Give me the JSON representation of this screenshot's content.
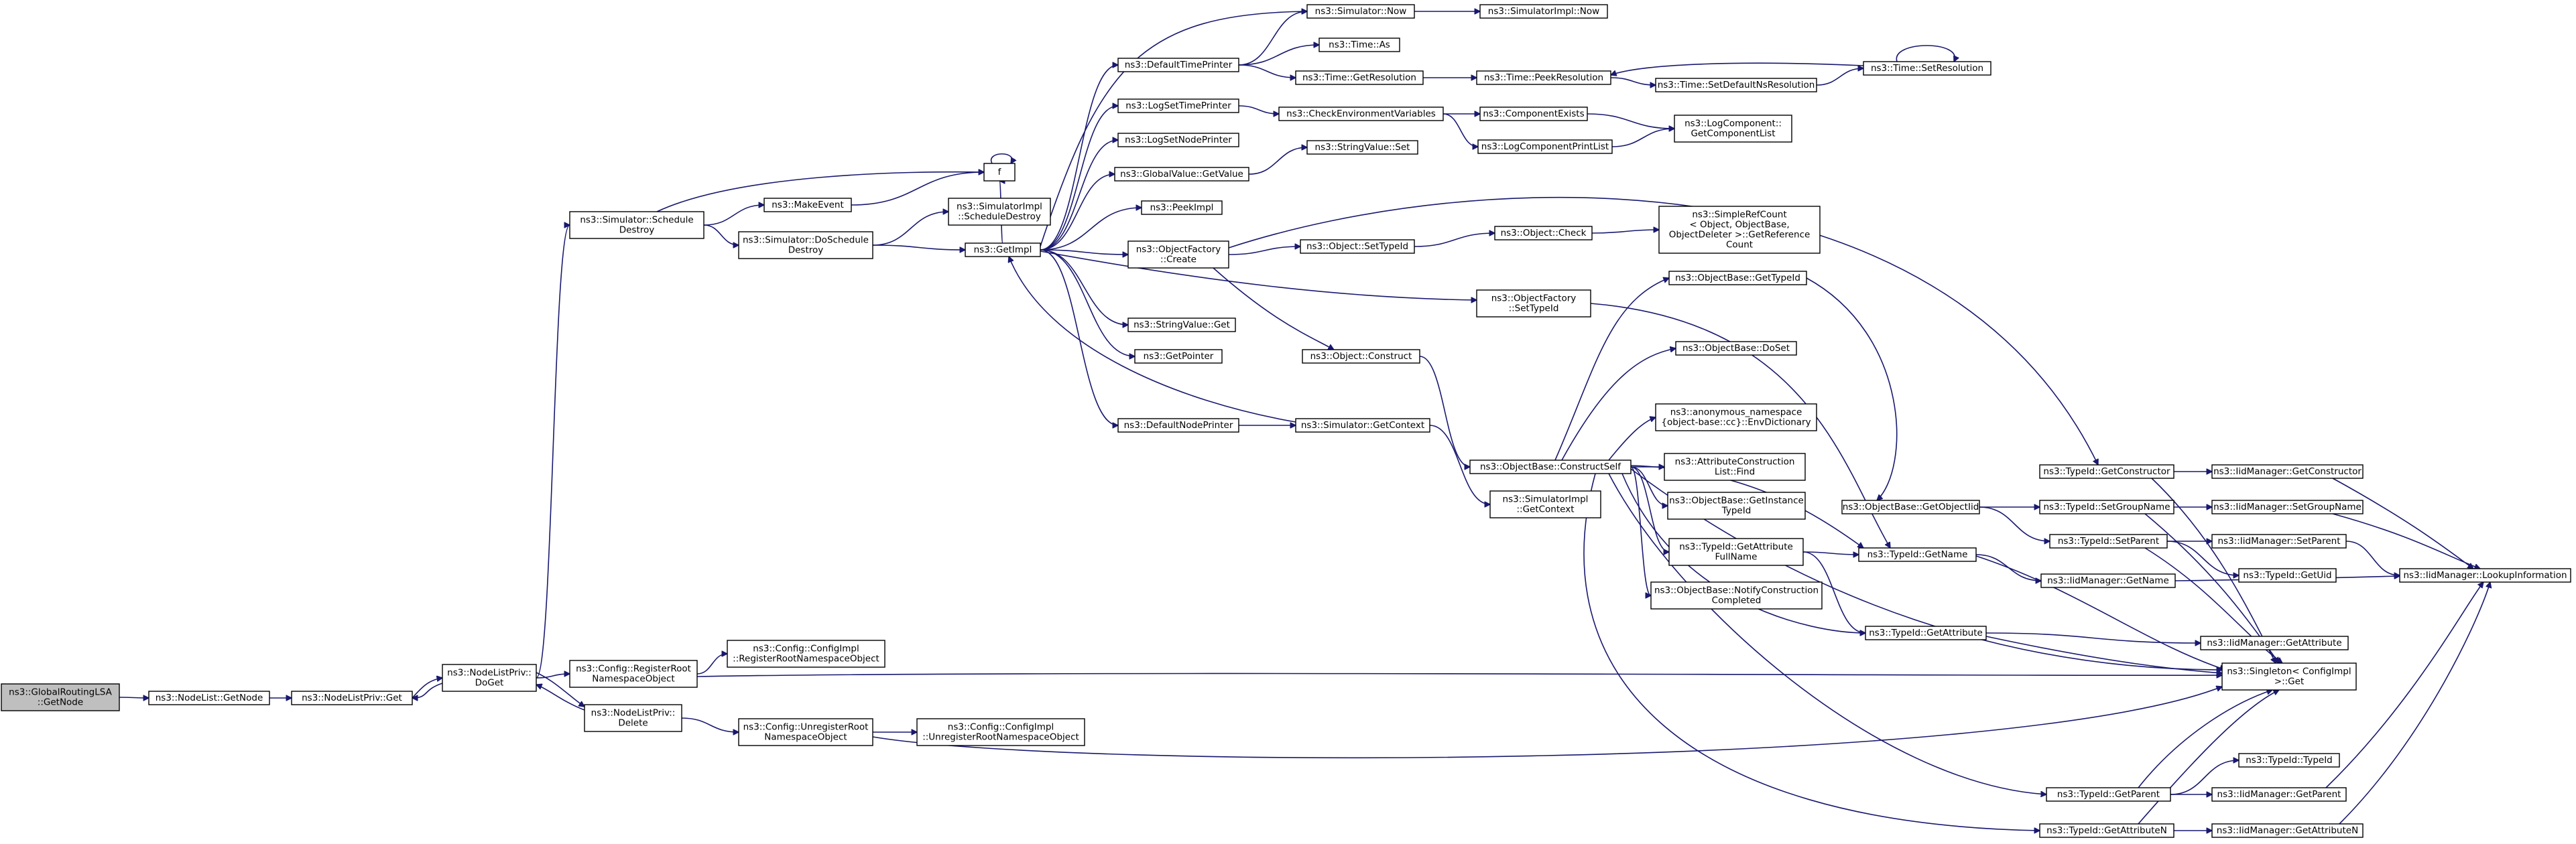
{
  "nodes": [
    {
      "id": "n0",
      "name": "node-globalroutinglsa-getnode",
      "root": true,
      "lines": [
        "ns3::GlobalRoutingLSA",
        "::GetNode"
      ]
    },
    {
      "id": "n1",
      "name": "node-nodelist-getnode",
      "lines": [
        "ns3::NodeList::GetNode"
      ]
    },
    {
      "id": "n2",
      "name": "node-nodelistpriv-get",
      "lines": [
        "ns3::NodeListPriv::Get"
      ]
    },
    {
      "id": "n3",
      "name": "node-nodelistpriv-doget",
      "lines": [
        "ns3::NodeListPriv::",
        "DoGet"
      ]
    },
    {
      "id": "n4",
      "name": "node-simulator-scheduledestroy",
      "lines": [
        "ns3::Simulator::Schedule",
        "Destroy"
      ]
    },
    {
      "id": "n5",
      "name": "node-config-registerrootnamespaceobject",
      "lines": [
        "ns3::Config::RegisterRoot",
        "NamespaceObject"
      ]
    },
    {
      "id": "n6",
      "name": "node-nodelistpriv-delete",
      "lines": [
        "ns3::NodeListPriv::",
        "Delete"
      ]
    },
    {
      "id": "n7",
      "name": "node-makeevent",
      "lines": [
        "ns3::MakeEvent"
      ]
    },
    {
      "id": "n8",
      "name": "node-simulator-doscheduledestroy",
      "lines": [
        "ns3::Simulator::DoSchedule",
        "Destroy"
      ]
    },
    {
      "id": "n9",
      "name": "node-configimpl-registerrootnamespaceobject",
      "lines": [
        "ns3::Config::ConfigImpl",
        "::RegisterRootNamespaceObject"
      ]
    },
    {
      "id": "n10",
      "name": "node-config-unregisterrootnamespaceobject",
      "lines": [
        "ns3::Config::UnregisterRoot",
        "NamespaceObject"
      ]
    },
    {
      "id": "n11",
      "name": "node-configimpl-unregisterrootnamespaceobject",
      "lines": [
        "ns3::Config::ConfigImpl",
        "::UnregisterRootNamespaceObject"
      ]
    },
    {
      "id": "n12",
      "name": "node-f",
      "lines": [
        "f"
      ]
    },
    {
      "id": "n13",
      "name": "node-simulatorimpl-scheduledestroy",
      "lines": [
        "ns3::SimulatorImpl",
        "::ScheduleDestroy"
      ]
    },
    {
      "id": "n14",
      "name": "node-getimpl",
      "lines": [
        "ns3::GetImpl"
      ]
    },
    {
      "id": "n15",
      "name": "node-defaulttimeprinter",
      "lines": [
        "ns3::DefaultTimePrinter"
      ]
    },
    {
      "id": "n16",
      "name": "node-logsettimeprinter",
      "lines": [
        "ns3::LogSetTimePrinter"
      ]
    },
    {
      "id": "n17",
      "name": "node-logsetnodeprinter",
      "lines": [
        "ns3::LogSetNodePrinter"
      ]
    },
    {
      "id": "n18",
      "name": "node-globalvalue-getvalue",
      "lines": [
        "ns3::GlobalValue::GetValue"
      ]
    },
    {
      "id": "n19",
      "name": "node-peekimpl",
      "lines": [
        "ns3::PeekImpl"
      ]
    },
    {
      "id": "n20",
      "name": "node-objectfactory-create",
      "lines": [
        "ns3::ObjectFactory",
        "::Create"
      ]
    },
    {
      "id": "n21",
      "name": "node-stringvalue-get",
      "lines": [
        "ns3::StringValue::Get"
      ]
    },
    {
      "id": "n22",
      "name": "node-getpointer",
      "lines": [
        "ns3::GetPointer"
      ]
    },
    {
      "id": "n23",
      "name": "node-defaultnodeprinter",
      "lines": [
        "ns3::DefaultNodePrinter"
      ]
    },
    {
      "id": "n24",
      "name": "node-simulator-now",
      "lines": [
        "ns3::Simulator::Now"
      ]
    },
    {
      "id": "n25",
      "name": "node-simulatorimpl-now",
      "lines": [
        "ns3::SimulatorImpl::Now"
      ]
    },
    {
      "id": "n26",
      "name": "node-time-as",
      "lines": [
        "ns3::Time::As"
      ]
    },
    {
      "id": "n27",
      "name": "node-time-getresolution",
      "lines": [
        "ns3::Time::GetResolution"
      ]
    },
    {
      "id": "n28",
      "name": "node-time-peekresolution",
      "lines": [
        "ns3::Time::PeekResolution"
      ]
    },
    {
      "id": "n29",
      "name": "node-time-setdefaultnsresolution",
      "lines": [
        "ns3::Time::SetDefaultNsResolution"
      ]
    },
    {
      "id": "n30",
      "name": "node-time-setresolution",
      "lines": [
        "ns3::Time::SetResolution"
      ]
    },
    {
      "id": "n31",
      "name": "node-checkenvironmentvariables",
      "lines": [
        "ns3::CheckEnvironmentVariables"
      ]
    },
    {
      "id": "n32",
      "name": "node-componentexists",
      "lines": [
        "ns3::ComponentExists"
      ]
    },
    {
      "id": "n33",
      "name": "node-logcomponentprintlist",
      "lines": [
        "ns3::LogComponentPrintList"
      ]
    },
    {
      "id": "n34",
      "name": "node-logcomponent-getcomponentlist",
      "lines": [
        "ns3::LogComponent::",
        "GetComponentList"
      ]
    },
    {
      "id": "n35",
      "name": "node-stringvalue-set",
      "lines": [
        "ns3::StringValue::Set"
      ]
    },
    {
      "id": "n36",
      "name": "node-object-settypeid",
      "lines": [
        "ns3::Object::SetTypeId"
      ]
    },
    {
      "id": "n37",
      "name": "node-object-check",
      "lines": [
        "ns3::Object::Check"
      ]
    },
    {
      "id": "n38",
      "name": "node-simplerefcount-getreferencecount",
      "lines": [
        "ns3::SimpleRefCount",
        "< Object, ObjectBase,",
        "ObjectDeleter >::GetReference",
        "Count"
      ]
    },
    {
      "id": "n39",
      "name": "node-objectfactory-settypeid",
      "lines": [
        "ns3::ObjectFactory",
        "::SetTypeId"
      ]
    },
    {
      "id": "n40",
      "name": "node-object-construct",
      "lines": [
        "ns3::Object::Construct"
      ]
    },
    {
      "id": "n41",
      "name": "node-simulator-getcontext",
      "lines": [
        "ns3::Simulator::GetContext"
      ]
    },
    {
      "id": "n42",
      "name": "node-simulatorimpl-getcontext",
      "lines": [
        "ns3::SimulatorImpl",
        "::GetContext"
      ]
    },
    {
      "id": "n43",
      "name": "node-objectbase-constructself",
      "lines": [
        "ns3::ObjectBase::ConstructSelf"
      ]
    },
    {
      "id": "n44",
      "name": "node-objectbase-gettypeid",
      "lines": [
        "ns3::ObjectBase::GetTypeId"
      ]
    },
    {
      "id": "n45",
      "name": "node-objectbase-doset",
      "lines": [
        "ns3::ObjectBase::DoSet"
      ]
    },
    {
      "id": "n46",
      "name": "node-anonymous-envdictionary",
      "lines": [
        "ns3::anonymous_namespace",
        "{object-base::cc}::EnvDictionary"
      ]
    },
    {
      "id": "n47",
      "name": "node-attributeconstructionlist-find",
      "lines": [
        "ns3::AttributeConstruction",
        "List::Find"
      ]
    },
    {
      "id": "n48",
      "name": "node-objectbase-getinstancetypeid",
      "lines": [
        "ns3::ObjectBase::GetInstance",
        "TypeId"
      ]
    },
    {
      "id": "n49",
      "name": "node-typeid-getattributefullname",
      "lines": [
        "ns3::TypeId::GetAttribute",
        "FullName"
      ]
    },
    {
      "id": "n50",
      "name": "node-objectbase-notifyconstructioncompleted",
      "lines": [
        "ns3::ObjectBase::NotifyConstruction",
        "Completed"
      ]
    },
    {
      "id": "n51",
      "name": "node-objectbase-getobjectiid",
      "lines": [
        "ns3::ObjectBase::GetObjectIid"
      ]
    },
    {
      "id": "n52",
      "name": "node-typeid-getname",
      "lines": [
        "ns3::TypeId::GetName"
      ]
    },
    {
      "id": "n53",
      "name": "node-typeid-getattribute",
      "lines": [
        "ns3::TypeId::GetAttribute"
      ]
    },
    {
      "id": "n54",
      "name": "node-typeid-getconstructor",
      "lines": [
        "ns3::TypeId::GetConstructor"
      ]
    },
    {
      "id": "n55",
      "name": "node-typeid-setgroupname",
      "lines": [
        "ns3::TypeId::SetGroupName"
      ]
    },
    {
      "id": "n56",
      "name": "node-typeid-setparent",
      "lines": [
        "ns3::TypeId::SetParent"
      ]
    },
    {
      "id": "n57",
      "name": "node-typeid-getparent",
      "lines": [
        "ns3::TypeId::GetParent"
      ]
    },
    {
      "id": "n58",
      "name": "node-typeid-getattributen",
      "lines": [
        "ns3::TypeId::GetAttributeN"
      ]
    },
    {
      "id": "n59",
      "name": "node-iidmanager-getconstructor",
      "lines": [
        "ns3::IidManager::GetConstructor"
      ]
    },
    {
      "id": "n60",
      "name": "node-iidmanager-setgroupname",
      "lines": [
        "ns3::IidManager::SetGroupName"
      ]
    },
    {
      "id": "n61",
      "name": "node-iidmanager-setparent",
      "lines": [
        "ns3::IidManager::SetParent"
      ]
    },
    {
      "id": "n62",
      "name": "node-typeid-getuid",
      "lines": [
        "ns3::TypeId::GetUid"
      ]
    },
    {
      "id": "n63",
      "name": "node-iidmanager-getname",
      "lines": [
        "ns3::IidManager::GetName"
      ]
    },
    {
      "id": "n64",
      "name": "node-iidmanager-getattribute",
      "lines": [
        "ns3::IidManager::GetAttribute"
      ]
    },
    {
      "id": "n65",
      "name": "node-singleton-configimpl-get",
      "lines": [
        "ns3::Singleton< ConfigImpl",
        ">::Get"
      ]
    },
    {
      "id": "n66",
      "name": "node-iidmanager-lookupinformation",
      "lines": [
        "ns3::IidManager::LookupInformation"
      ]
    },
    {
      "id": "n67",
      "name": "node-typeid-typeid",
      "lines": [
        "ns3::TypeId::TypeId"
      ]
    },
    {
      "id": "n68",
      "name": "node-iidmanager-getparent",
      "lines": [
        "ns3::IidManager::GetParent"
      ]
    },
    {
      "id": "n69",
      "name": "node-iidmanager-getattributen",
      "lines": [
        "ns3::IidManager::GetAttributeN"
      ]
    }
  ],
  "edges": [
    [
      "n0",
      "n1"
    ],
    [
      "n1",
      "n2"
    ],
    [
      "n2",
      "n3"
    ],
    [
      "n3",
      "n2"
    ],
    [
      "n3",
      "n4"
    ],
    [
      "n3",
      "n5"
    ],
    [
      "n3",
      "n6"
    ],
    [
      "n6",
      "n3"
    ],
    [
      "n4",
      "n7"
    ],
    [
      "n4",
      "n8"
    ],
    [
      "n4",
      "n12"
    ],
    [
      "n7",
      "n12"
    ],
    [
      "n12",
      "n12"
    ],
    [
      "n8",
      "n13"
    ],
    [
      "n8",
      "n14"
    ],
    [
      "n5",
      "n9"
    ],
    [
      "n5",
      "n65"
    ],
    [
      "n6",
      "n10"
    ],
    [
      "n10",
      "n11"
    ],
    [
      "n10",
      "n65"
    ],
    [
      "n14",
      "n12"
    ],
    [
      "n14",
      "n15"
    ],
    [
      "n14",
      "n16"
    ],
    [
      "n14",
      "n17"
    ],
    [
      "n14",
      "n18"
    ],
    [
      "n14",
      "n19"
    ],
    [
      "n14",
      "n20"
    ],
    [
      "n14",
      "n21"
    ],
    [
      "n14",
      "n22"
    ],
    [
      "n14",
      "n23"
    ],
    [
      "n14",
      "n24"
    ],
    [
      "n14",
      "n39"
    ],
    [
      "n41",
      "n14"
    ],
    [
      "n23",
      "n41"
    ],
    [
      "n41",
      "n42"
    ],
    [
      "n15",
      "n24"
    ],
    [
      "n15",
      "n26"
    ],
    [
      "n15",
      "n27"
    ],
    [
      "n24",
      "n25"
    ],
    [
      "n27",
      "n28"
    ],
    [
      "n28",
      "n29"
    ],
    [
      "n29",
      "n30"
    ],
    [
      "n30",
      "n28"
    ],
    [
      "n30",
      "n30"
    ],
    [
      "n16",
      "n31"
    ],
    [
      "n31",
      "n32"
    ],
    [
      "n31",
      "n33"
    ],
    [
      "n32",
      "n34"
    ],
    [
      "n33",
      "n34"
    ],
    [
      "n18",
      "n35"
    ],
    [
      "n20",
      "n36"
    ],
    [
      "n20",
      "n40"
    ],
    [
      "n20",
      "n54"
    ],
    [
      "n36",
      "n37"
    ],
    [
      "n37",
      "n38"
    ],
    [
      "n39",
      "n52"
    ],
    [
      "n40",
      "n43"
    ],
    [
      "n43",
      "n44"
    ],
    [
      "n43",
      "n45"
    ],
    [
      "n43",
      "n46"
    ],
    [
      "n43",
      "n47"
    ],
    [
      "n43",
      "n48"
    ],
    [
      "n43",
      "n49"
    ],
    [
      "n43",
      "n50"
    ],
    [
      "n43",
      "n52"
    ],
    [
      "n43",
      "n53"
    ],
    [
      "n43",
      "n57"
    ],
    [
      "n43",
      "n58"
    ],
    [
      "n43",
      "n65"
    ],
    [
      "n44",
      "n51"
    ],
    [
      "n51",
      "n55"
    ],
    [
      "n51",
      "n56"
    ],
    [
      "n49",
      "n52"
    ],
    [
      "n49",
      "n53"
    ],
    [
      "n52",
      "n63"
    ],
    [
      "n52",
      "n65"
    ],
    [
      "n53",
      "n64"
    ],
    [
      "n53",
      "n65"
    ],
    [
      "n54",
      "n59"
    ],
    [
      "n54",
      "n65"
    ],
    [
      "n55",
      "n60"
    ],
    [
      "n55",
      "n65"
    ],
    [
      "n56",
      "n61"
    ],
    [
      "n56",
      "n62"
    ],
    [
      "n56",
      "n65"
    ],
    [
      "n57",
      "n67"
    ],
    [
      "n57",
      "n68"
    ],
    [
      "n57",
      "n65"
    ],
    [
      "n58",
      "n69"
    ],
    [
      "n58",
      "n65"
    ],
    [
      "n59",
      "n66"
    ],
    [
      "n60",
      "n66"
    ],
    [
      "n61",
      "n66"
    ],
    [
      "n63",
      "n66"
    ],
    [
      "n68",
      "n66"
    ],
    [
      "n69",
      "n66"
    ]
  ]
}
